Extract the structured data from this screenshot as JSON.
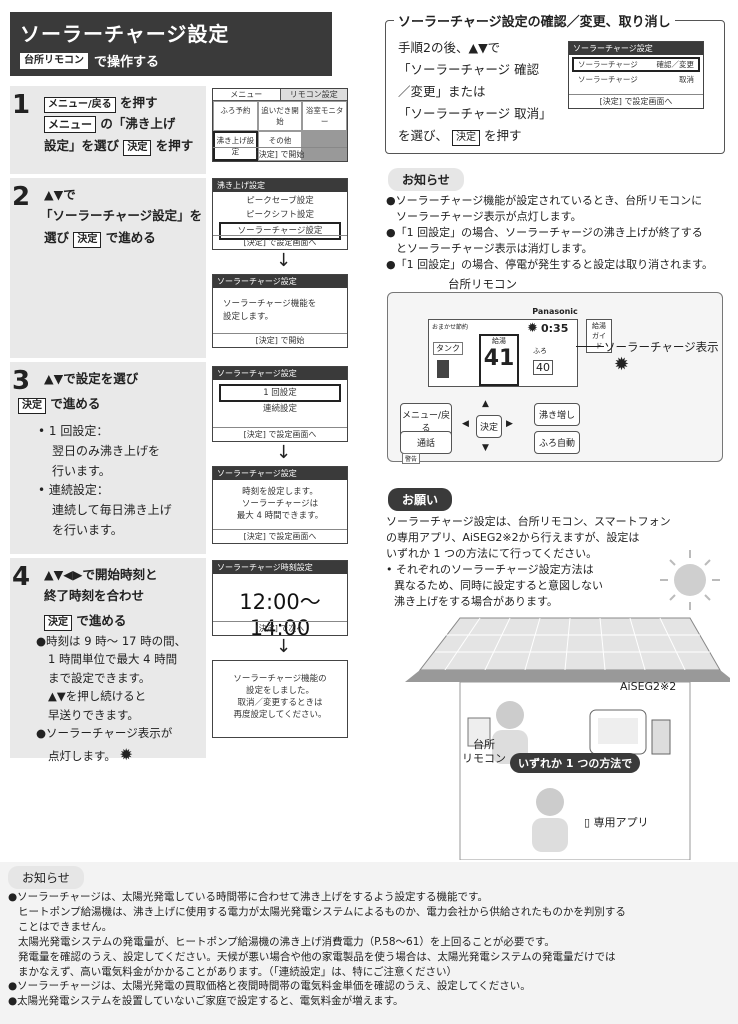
{
  "title": {
    "main": "ソーラーチャージ設定",
    "remote_key": "台所リモコン",
    "sub": "で操作する"
  },
  "steps": [
    {
      "num": "1",
      "key1": "メニュー/戻る",
      "line1": "を押す",
      "key2": "メニュー",
      "line2": "の「沸き上げ",
      "line3": "設定」を選び",
      "key3": "決定",
      "line4": "を押す"
    },
    {
      "num": "2",
      "line1": "▲▼で",
      "line2": "「ソーラーチャージ設定」を",
      "line3": "選び",
      "key1": "決定",
      "line4": "で進める"
    },
    {
      "num": "3",
      "line1": "▲▼で設定を選び",
      "key1": "決定",
      "line2": "で進める",
      "b1_title": "• 1 回設定：",
      "b1_l1": "翌日のみ沸き上げを",
      "b1_l2": "行います。",
      "b2_title": "• 連続設定：",
      "b2_l1": "連続して毎日沸き上げ",
      "b2_l2": "を行います。"
    },
    {
      "num": "4",
      "line1": "▲▼◀▶で開始時刻と",
      "line2": "終了時刻を合わせ",
      "key1": "決定",
      "line3": "で進める",
      "n1": "●時刻は 9 時～ 17 時の間、",
      "n2": "1 時間単位で最大 4 時間",
      "n3": "まで設定できます。",
      "n4": "▲▼を押し続けると",
      "n5": "早送りできます。",
      "n6": "●ソーラーチャージ表示が",
      "n7": "点灯します。"
    }
  ],
  "screens": {
    "s1": {
      "tab1": "メニュー",
      "tab2": "リモコン設定",
      "c1": "ふろ予約",
      "c2": "追いだき開始",
      "c3": "浴室モニター",
      "c4": "沸き上げ設定",
      "c5": "その他",
      "foot": "[決定] で開始"
    },
    "s2": {
      "hd": "沸き上げ設定",
      "i1": "ピークセーブ設定",
      "i2": "ピークシフト設定",
      "i3": "ソーラーチャージ設定",
      "foot": "[決定] で設定画面へ"
    },
    "s3": {
      "hd": "ソーラーチャージ設定",
      "l1": "ソーラーチャージ機能を",
      "l2": "設定します。",
      "foot": "[決定] で開始"
    },
    "s4": {
      "hd": "ソーラーチャージ設定",
      "i1": "1 回設定",
      "i2": "連続設定",
      "foot": "[決定] で設定画面へ"
    },
    "s5": {
      "hd": "ソーラーチャージ設定",
      "l1": "時刻を設定します。",
      "l2": "ソーラーチャージは",
      "l3": "最大 4 時間できます。",
      "foot": "[決定] で設定画面へ"
    },
    "s6": {
      "hd": "ソーラーチャージ時刻設定",
      "time": "12:00～14:00",
      "foot": "[決定] で次へ"
    },
    "s7": {
      "l1": "ソーラーチャージ機能の",
      "l2": "設定をしました。",
      "l3": "取消／変更するときは",
      "l4": "再度設定してください。"
    },
    "s8": {
      "hd": "ソーラーチャージ設定",
      "r1a": "ソーラーチャージ",
      "r1b": "確認／変更",
      "r2a": "ソーラーチャージ",
      "r2b": "取消",
      "foot": "[決定] で設定画面へ"
    }
  },
  "confirm": {
    "header": "ソーラーチャージ設定の確認／変更、取り消し",
    "l1": "手順2の後、▲▼で",
    "l2": "「ソーラーチャージ 確認",
    "l3": "／変更」または",
    "l4": "「ソーラーチャージ 取消」",
    "l5": "を選び、",
    "key": "決定",
    "l6": "を押す"
  },
  "info1": {
    "tag": "お知らせ",
    "n1": "●ソーラーチャージ機能が設定されているとき、台所リモコンに",
    "n1b": "ソーラーチャージ表示が点灯します。",
    "n2": "●「1 回設定」の場合、ソーラーチャージの沸き上げが終了する",
    "n2b": "とソーラーチャージ表示は消灯します。",
    "n3": "●「1 回設定」の場合、停電が発生すると設定は取り消されます。"
  },
  "remote": {
    "caption": "台所リモコン",
    "brand": "Panasonic",
    "label_auto": "おまかせ節約",
    "time": "0:35",
    "guide": "給湯ガイド",
    "tank": "タンク",
    "kyuto": "給湯",
    "furo": "ふろ",
    "temp": "41",
    "temp2": "40",
    "b_menu": "メニュー/戻る",
    "b_call": "通話",
    "b_ok": "決定",
    "b_boost": "沸き増し",
    "b_bath": "ふろ自動",
    "warn": "警告",
    "pointer": "ソーラーチャージ表示"
  },
  "request": {
    "tag": "お願い",
    "l1": "ソーラーチャージ設定は、台所リモコン、スマートフォン",
    "l2": "の専用アプリ、AiSEG2※2から行えますが、設定は",
    "l3": "いずれか 1 つの方法にて行ってください。",
    "l4": "• それぞれのソーラーチャージ設定方法は",
    "l5": "異なるため、同時に設定すると意図しない",
    "l6": "沸き上げをする場合があります。"
  },
  "house": {
    "aiseg": "AiSEG2※2",
    "kitchen": "台所",
    "remote": "リモコン",
    "either": "いずれか 1 つの方法で",
    "app": "専用アプリ"
  },
  "bottom": {
    "tag": "お知らせ",
    "l1": "●ソーラーチャージは、太陽光発電している時間帯に合わせて沸き上げをするよう設定する機能です。",
    "l2": "ヒートポンプ給湯機は、沸き上げに使用する電力が太陽光発電システムによるものか、電力会社から供給されたものかを判別する",
    "l3": "ことはできません。",
    "l4": "太陽光発電システムの発電量が、ヒートポンプ給湯機の沸き上げ消費電力（P.58～61）を上回ることが必要です。",
    "l5": "発電量を確認のうえ、設定してください。天候が悪い場合や他の家電製品を使う場合は、太陽光発電システムの発電量だけでは",
    "l6": "まかなえず、高い電気料金がかかることがあります。（「連続設定」は、特にご注意ください）",
    "l7": "●ソーラーチャージは、太陽光発電の買取価格と夜間時間帯の電気料金単価を確認のうえ、設定してください。",
    "l8": "●太陽光発電システムを設置していないご家庭で設定すると、電気料金が増えます。"
  }
}
